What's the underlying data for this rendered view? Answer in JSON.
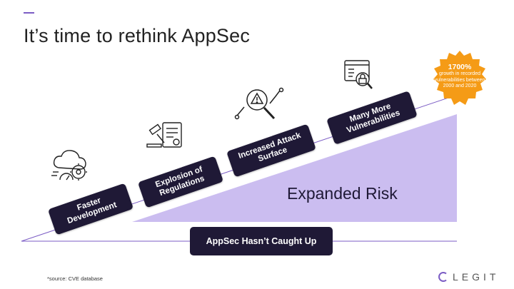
{
  "title": "It’s time to rethink AppSec",
  "steps": [
    {
      "label": "Faster\nDevelopment"
    },
    {
      "label": "Explosion of\nRegulations"
    },
    {
      "label": "Increased Attack\nSurface"
    },
    {
      "label": "Many More\nVulnerabilities"
    }
  ],
  "badge": {
    "value": "1700%",
    "caption": "growth in recorded vulnerabilities between 2000 and 2020"
  },
  "expanded_risk": "Expanded Risk",
  "caught_up": "AppSec Hasn’t Caught Up",
  "source_note": "*source: CVE database",
  "logo": "LEGIT",
  "colors": {
    "accent": "#7b5cc4",
    "dark": "#1f1936",
    "risk_fill": "#cbbdf0",
    "badge": "#f59b16"
  },
  "icons": [
    "cloud-gear-speedometer-icon",
    "gavel-document-icon",
    "magnifier-warning-icon",
    "browser-lock-icon"
  ]
}
